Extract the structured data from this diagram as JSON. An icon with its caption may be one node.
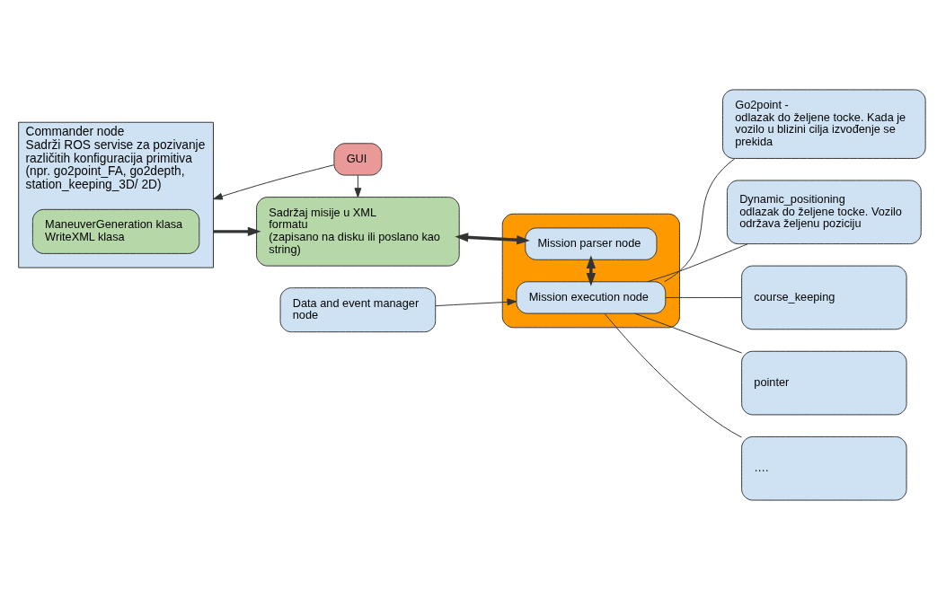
{
  "diagram": {
    "nodes": [
      {
        "text": [
          "GUI"
        ]
      },
      {
        "text": [
          "Commander node",
          "Sadrži ROS servise za pozivanje različitih konfiguracija primitiva (npr. go2point_FA, go2depth, station_keeping_3D/ 2D)"
        ]
      },
      {
        "text": [
          "ManeuverGeneration klasa WriteXML klasa"
        ],
        "in": 1
      },
      {
        "text": [
          "Sadržaj misije u XML formatu",
          "(zapisano na disku ili poslano kao string)"
        ]
      },
      {
        "text": [],
        "shape": "box"
      },
      {
        "text": [
          "Mission parser node"
        ],
        "in": 4
      },
      {
        "text": [
          "Mission execution node"
        ],
        "in": 4
      },
      {
        "text": [
          "Data and event manager node"
        ]
      },
      {
        "text": [
          "Go2point -",
          "odlazak do željene tocke. Kada je vozilo u blizini cilja izvođenje se prekida"
        ]
      },
      {
        "text": [
          "Dynamic_positioning",
          "odlazak do željene tocke. Vozilo održava željenu poziciju"
        ]
      },
      {
        "text": [
          "course_keeping"
        ]
      },
      {
        "text": [
          "pointer"
        ]
      },
      {
        "text": [
          "…."
        ]
      }
    ],
    "edges": [
      {
        "from": 0,
        "to": 1,
        "arrow": "to"
      },
      {
        "from": 0,
        "to": 3,
        "arrow": "to"
      },
      {
        "from": 1,
        "to": 3,
        "arrow": "to",
        "style": "thick"
      },
      {
        "from": 3,
        "to": 5,
        "arrow": "both",
        "style": "thick"
      },
      {
        "from": 5,
        "to": 6,
        "arrow": "both",
        "style": "thick"
      },
      {
        "from": 7,
        "to": 6,
        "arrow": "to"
      },
      {
        "from": 6,
        "to": 8,
        "arrow": "none"
      },
      {
        "from": 6,
        "to": 9,
        "arrow": "none"
      },
      {
        "from": 6,
        "to": 10,
        "arrow": "none"
      },
      {
        "from": 6,
        "to": 11,
        "arrow": "none"
      },
      {
        "from": 6,
        "to": 12,
        "arrow": "none"
      }
    ]
  }
}
